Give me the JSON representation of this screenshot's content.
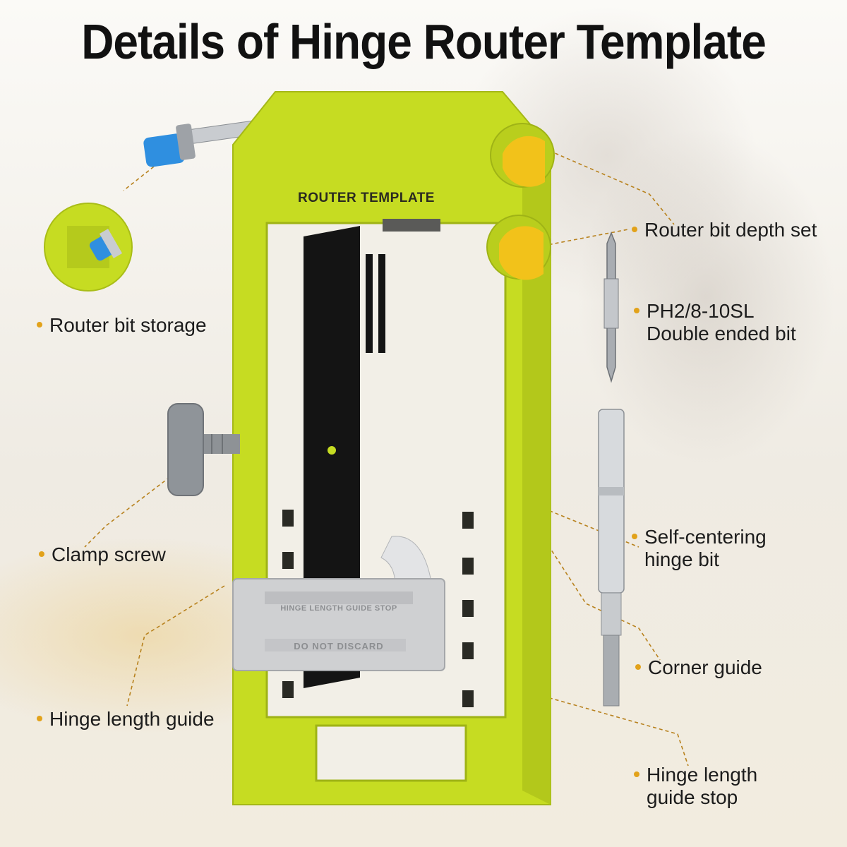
{
  "title": "Details of Hinge Router Template",
  "product": {
    "plate_text": "ROUTER TEMPLATE",
    "guide_stop_text": "HINGE LENGTH GUIDE STOP",
    "guide_stop_warning": "DO NOT DISCARD"
  },
  "callouts": {
    "router_bit_storage": "Router bit storage",
    "clamp_screw": "Clamp screw",
    "hinge_length_guide": "Hinge length guide",
    "router_bit_depth_set": "Router bit depth set",
    "double_bit_line1": "PH2/8-10SL",
    "double_bit_line2": "Double ended bit",
    "self_centering_line1": "Self-centering",
    "self_centering_line2": "hinge bit",
    "corner_guide": "Corner guide",
    "guide_stop_line1": "Hinge length",
    "guide_stop_line2": "guide stop"
  },
  "colors": {
    "template_green": "#c6dc22",
    "accent_dot": "#e2a21a",
    "bit_blue": "#2f8fe0",
    "guide_gray": "#cfd0d2"
  }
}
